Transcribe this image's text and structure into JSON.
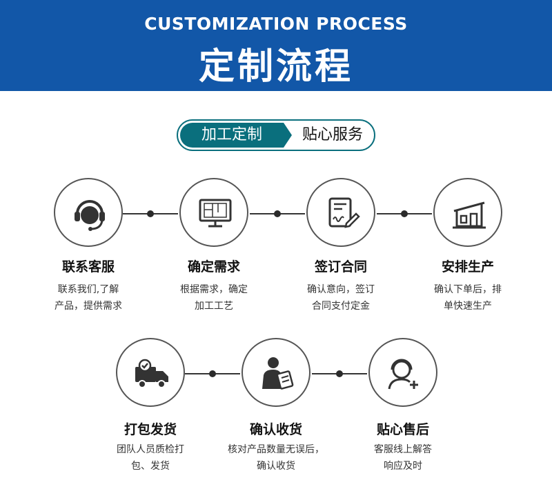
{
  "header": {
    "title_en": "CUSTOMIZATION PROCESS",
    "title_cn": "定制流程"
  },
  "tagline": {
    "left": "加工定制",
    "right": "贴心服务"
  },
  "steps": [
    {
      "icon": "headset-icon",
      "title": "联系客服",
      "desc_line1": "联系我们,了解",
      "desc_line2": "产品，提供需求"
    },
    {
      "icon": "blueprint-monitor-icon",
      "title": "确定需求",
      "desc_line1": "根据需求，确定",
      "desc_line2": "加工工艺"
    },
    {
      "icon": "contract-sign-icon",
      "title": "签订合同",
      "desc_line1": "确认意向，签订",
      "desc_line2": "合同支付定金"
    },
    {
      "icon": "factory-icon",
      "title": "安排生产",
      "desc_line1": "确认下单后，排",
      "desc_line2": "单快速生产"
    },
    {
      "icon": "delivery-truck-icon",
      "title": "打包发货",
      "desc_line1": "团队人员质检打",
      "desc_line2": "包、发货"
    },
    {
      "icon": "person-clipboard-icon",
      "title": "确认收货",
      "desc_line1": "核对产品数量无误后，",
      "desc_line2": "确认收货"
    },
    {
      "icon": "customer-service-plus-icon",
      "title": "贴心售后",
      "desc_line1": "客服线上解答",
      "desc_line2": "响应及时"
    }
  ],
  "colors": {
    "banner": "#1257a8",
    "accent": "#0a6f7d"
  }
}
